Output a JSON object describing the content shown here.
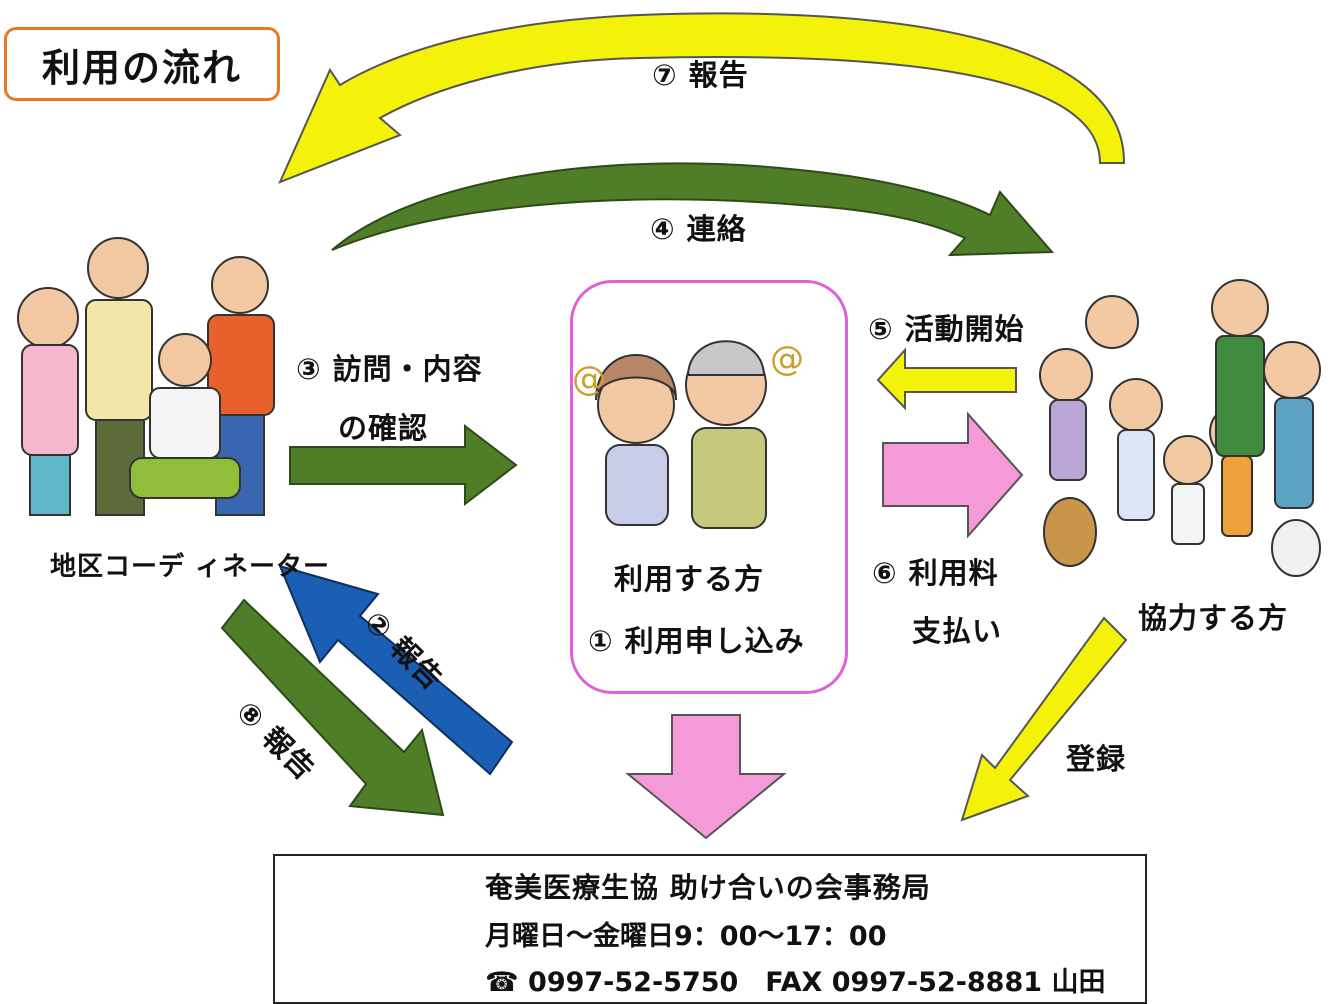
{
  "title": "利用の流れ",
  "nodes": {
    "coordinator": "地区コーデ ィネーター",
    "user_label": "利用する方",
    "user_apply": "① 利用申し込み",
    "helper": "協力する方"
  },
  "steps": {
    "s2": "② 報告",
    "s3_line1": "③ 訪問・内容",
    "s3_line2": "の確認",
    "s4": "④ 連絡",
    "s5": "⑤ 活動開始",
    "s6_line1": "⑥ 利用料",
    "s6_line2": "支払い",
    "s7": "⑦ 報告",
    "s8": "⑧ 報告",
    "register": "登録"
  },
  "office": {
    "name": "奄美医療生協 助け合いの会事務局",
    "hours": "月曜日〜金曜日9：00〜17：00",
    "contact": "☎ 0997-52-5750　FAX 0997-52-8881 山田"
  },
  "colors": {
    "yellow": "#f5f20a",
    "green": "#4f7d28",
    "blue": "#1a5fb4",
    "pink": "#f59ad8",
    "title_border": "#e8792b",
    "center_border": "#e060d8"
  }
}
